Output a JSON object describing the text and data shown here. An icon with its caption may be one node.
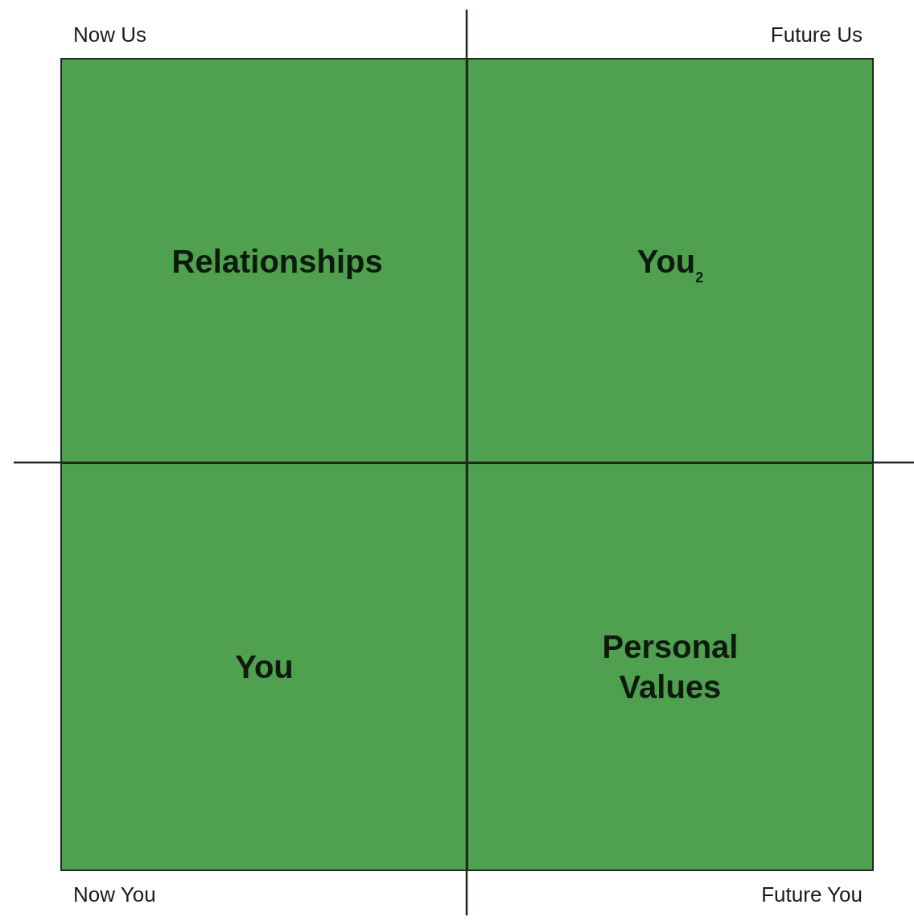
{
  "diagram": {
    "nodes": [
      {
        "text": [
          "Relationships"
        ]
      },
      {
        "text": [
          "You$_{2}$"
        ]
      },
      {
        "text": [
          "You"
        ]
      },
      {
        "text": [
          "Personal Values"
        ]
      }
    ],
    "labels": [
      "Now Us",
      "Future Us",
      "Now You",
      "Future You"
    ]
  }
}
